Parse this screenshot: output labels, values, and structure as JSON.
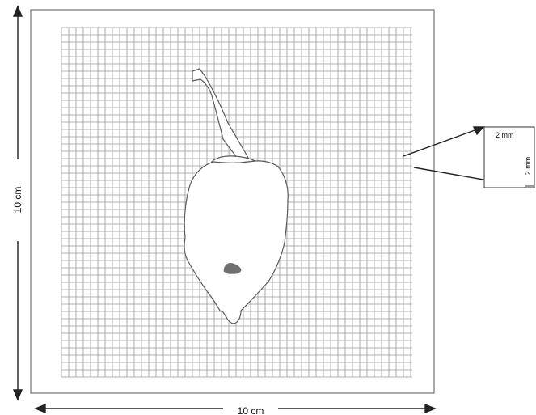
{
  "dimensions": {
    "height_label": "10 cm",
    "width_label": "10 cm"
  },
  "inset": {
    "top_label": "2 mm",
    "side_label": "2 mm"
  },
  "grid": {
    "spacing_mm": 2
  },
  "colors": {
    "line": "#222222",
    "grid": "#9a9a9a",
    "outline": "#5a5a5a",
    "lesion": "#6f6f6f"
  }
}
